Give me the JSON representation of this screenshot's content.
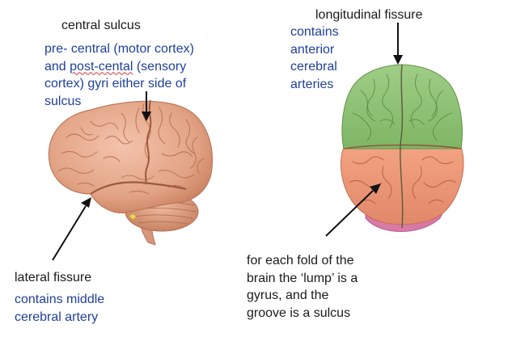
{
  "left_brain": {
    "title": "central sulcus",
    "desc_part1": "pre- central (motor cortex)\nand ",
    "desc_misspelled": "post-cental",
    "desc_part2": " (sensory\ncortex) gyri either side of\nsulcus",
    "lateral_title": "lateral fissure",
    "lateral_desc": "contains middle\ncerebral artery"
  },
  "right_brain": {
    "title": "longitudinal fissure",
    "desc": "contains\nanterior\ncerebral\narteries",
    "gyrus_text": "for each fold of the\nbrain the ‘lump’ is a\ngyrus, and the\ngroove is a sulcus"
  },
  "colors": {
    "label_black": "#1a1a1a",
    "label_blue": "#1f3f9a",
    "lateral_brain": "#e5a88c",
    "frontal_green": "#93c47d",
    "parietal_orange": "#ef9b78",
    "occipital_pink": "#d879a6"
  }
}
